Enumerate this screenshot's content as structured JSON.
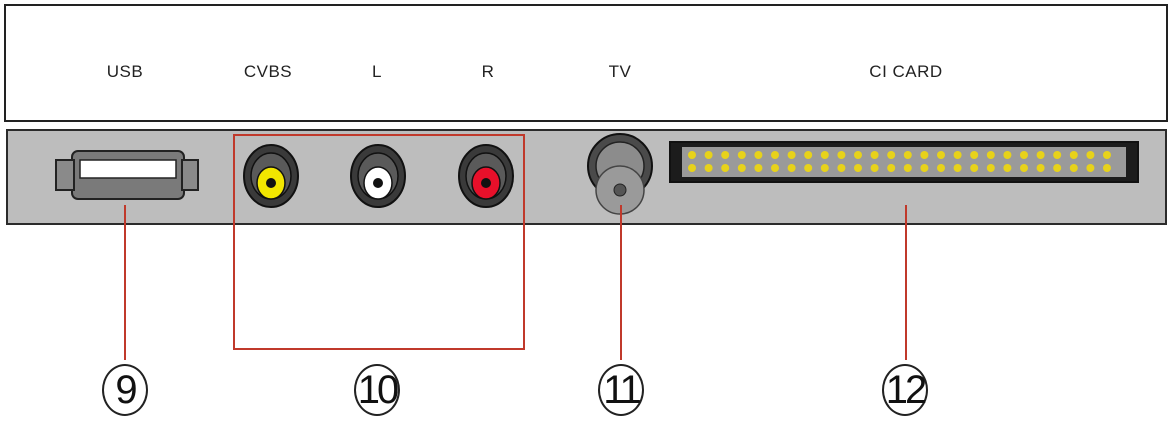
{
  "labels": {
    "usb": "USB",
    "cvbs": "CVBS",
    "l": "L",
    "r": "R",
    "tv": "TV",
    "ci_card": "CI CARD"
  },
  "callouts": {
    "usb": "9",
    "av": "10",
    "tv": "11",
    "ci": "12"
  },
  "colors": {
    "panel": "#bdbdbd",
    "frame": "#c0392b",
    "cvbs": "#f2e600",
    "left": "#ffffff",
    "right": "#e8102a",
    "pins": "#e7d21a"
  },
  "icons": [
    "usb-port-icon",
    "rca-jack-icon",
    "coax-connector-icon",
    "ci-slot-icon"
  ]
}
